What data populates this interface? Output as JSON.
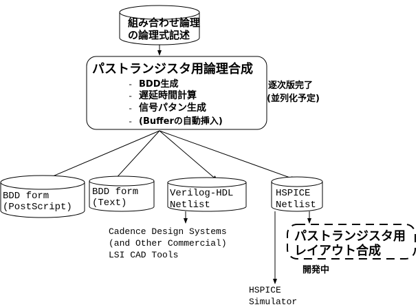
{
  "colors": {
    "stroke": "#000000",
    "background": "#ffffff"
  },
  "input_db": {
    "line1": "組み合わせ論理",
    "line2": "の論理式記述"
  },
  "main_box": {
    "title": "パストランジスタ用論理合成",
    "items": [
      {
        "bullet": "-",
        "text": "BDD生成"
      },
      {
        "bullet": "-",
        "text": "遅延時間計算"
      },
      {
        "bullet": "-",
        "text": "信号パタン生成"
      },
      {
        "bullet": "-",
        "text": "(Bufferの自動挿入)"
      }
    ]
  },
  "status_note": {
    "line1": "逐次版完了",
    "line2": "(並列化予定)"
  },
  "outputs": [
    {
      "line1": "BDD form",
      "line2": "(PostScript)"
    },
    {
      "line1": "BDD form",
      "line2": "(Text)"
    },
    {
      "line1": "Verilog-HDL",
      "line2": "Netlist"
    },
    {
      "line1": "HSPICE",
      "line2": "Netlist"
    }
  ],
  "cad_tools": {
    "line1": "Cadence Design Systems",
    "line2": "(and Other Commercial)",
    "line3": "LSI CAD Tools"
  },
  "layout_box": {
    "line1": "パストランジスタ用",
    "line2": "レイアウト合成",
    "status": "開発中"
  },
  "simulator": {
    "line1": "HSPICE",
    "line2": "Simulator"
  }
}
